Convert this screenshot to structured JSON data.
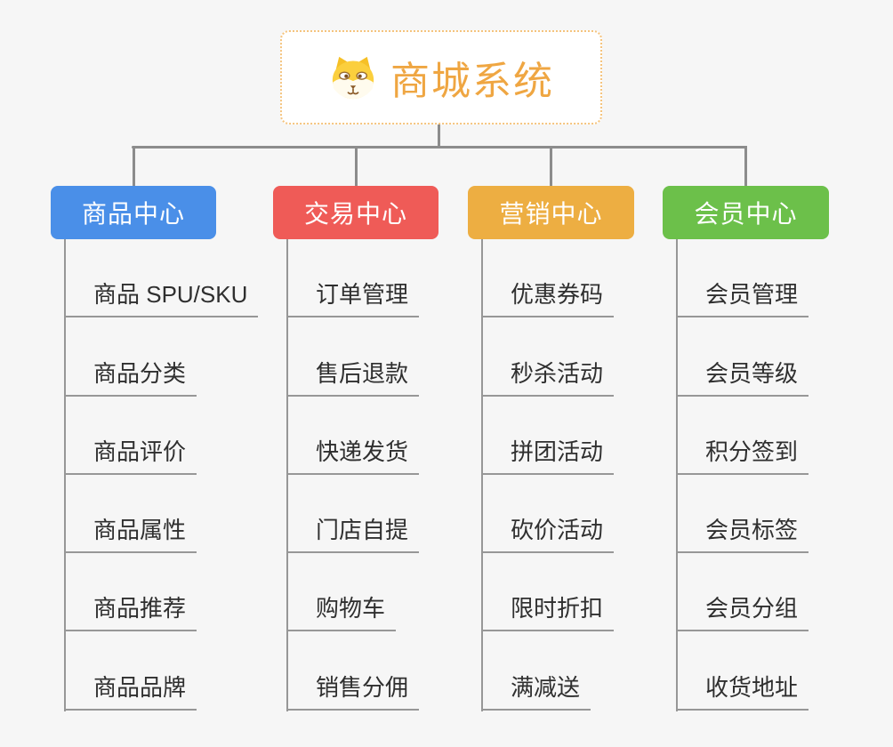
{
  "page": {
    "background": "#f6f6f6"
  },
  "root": {
    "title": "商城系统",
    "icon": "shiba-dog-icon",
    "title_color": "#EFA642",
    "border_color": "#F5C47E",
    "background": "#ffffff"
  },
  "connectors": {
    "bus_color": "#8c8c8c",
    "leaf_line_color": "#979797"
  },
  "branches": [
    {
      "label": "商品中心",
      "slug": "product-center",
      "color": "#4A8FE8",
      "items": [
        "商品 SPU/SKU",
        "商品分类",
        "商品评价",
        "商品属性",
        "商品推荐",
        "商品品牌"
      ]
    },
    {
      "label": "交易中心",
      "slug": "trade-center",
      "color": "#EF5B57",
      "items": [
        "订单管理",
        "售后退款",
        "快递发货",
        "门店自提",
        "购物车",
        "销售分佣"
      ]
    },
    {
      "label": "营销中心",
      "slug": "marketing-center",
      "color": "#EDAE42",
      "items": [
        "优惠券码",
        "秒杀活动",
        "拼团活动",
        "砍价活动",
        "限时折扣",
        "满减送"
      ]
    },
    {
      "label": "会员中心",
      "slug": "member-center",
      "color": "#6CC04A",
      "items": [
        "会员管理",
        "会员等级",
        "积分签到",
        "会员标签",
        "会员分组",
        "收货地址"
      ]
    }
  ]
}
